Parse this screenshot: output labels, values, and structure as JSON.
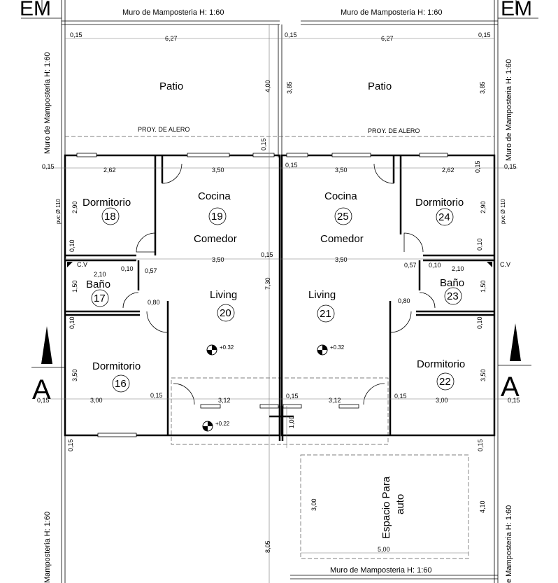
{
  "walls": {
    "top": "Muro de Mamposteria  H: 1:60",
    "left": "Muro de Mamposteria  H: 1:60",
    "right": "Muro de Mamposteria  H: 1:60",
    "bottom": "Muro de Mamposteria  H: 1:60",
    "bottom_left": "Mamposteria  H: 1:60",
    "bottom_right": "e Mamposteria  H: 1:60"
  },
  "corner_labels": {
    "left": "EM",
    "right": "EM"
  },
  "section_marks": {
    "left": "A",
    "right": "A"
  },
  "areas": {
    "patio": "Patio",
    "alero": "PROY. DE ALERO",
    "cocina": "Cocina",
    "comedor": "Comedor",
    "living": "Living",
    "dormitorio": "Dormitorio",
    "bano": "Baño",
    "cv": "C.V",
    "pvc": "pvc Ø 110",
    "auto_line1": "Espacio Para",
    "auto_line2": "auto"
  },
  "room_numbers": {
    "r16": "16",
    "r17": "17",
    "r18": "18",
    "r19": "19",
    "r20": "20",
    "r21": "21",
    "r22": "22",
    "r23": "23",
    "r24": "24",
    "r25": "25"
  },
  "levels": {
    "living": "+0.32",
    "entry": "+0.22"
  },
  "dims": {
    "d015": "0,15",
    "d627": "6,27",
    "d400": "4,00",
    "d385": "3,85",
    "d262": "2,62",
    "d350": "3,50",
    "d290": "2,90",
    "d010": "0,10",
    "d210": "2,10",
    "d057": "0,57",
    "d150": "1,50",
    "d080": "0,80",
    "d730": "7,30",
    "d300": "3,00",
    "d312": "3,12",
    "d100": "1,00",
    "d805": "8,05",
    "d410": "4,10",
    "d500": "5,00"
  }
}
